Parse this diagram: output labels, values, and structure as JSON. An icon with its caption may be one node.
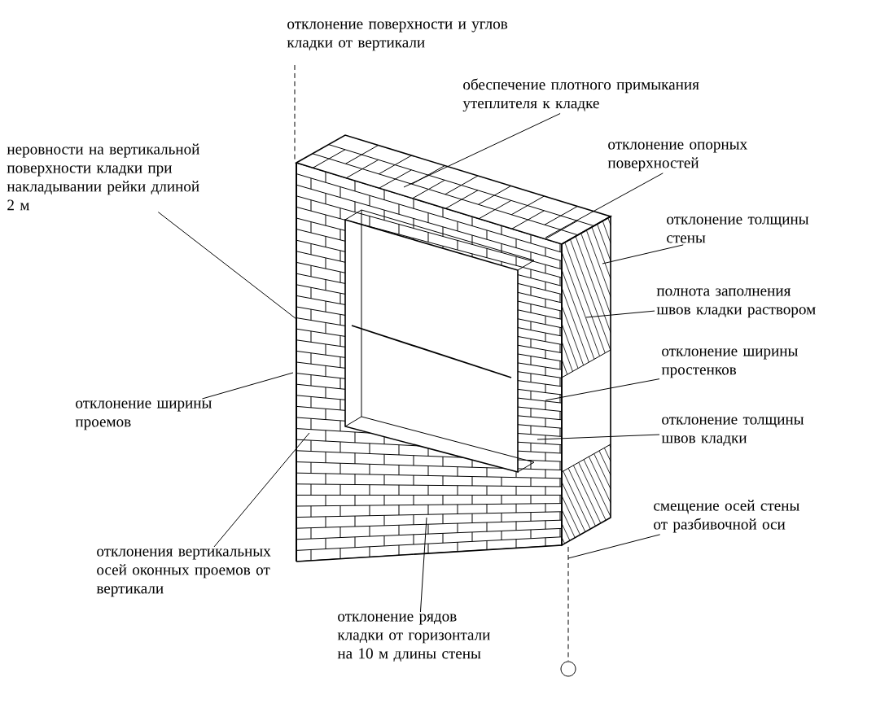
{
  "diagram": {
    "nodes": [
      {
        "text": [
          "обеспечение плотного примыкания утеплителя к кладке"
        ]
      },
      {
        "text": [
          "отклонение опорных поверхностей"
        ]
      },
      {
        "text": [
          "отклонение толщины стены"
        ]
      },
      {
        "text": [
          "полнота заполнения швов кладки раствором"
        ]
      },
      {
        "text": [
          "отклонение ширины простенков"
        ]
      },
      {
        "text": [
          "отклонение толщины швов кладки"
        ]
      },
      {
        "text": [
          "смещение осей стены от разбивочной оси"
        ]
      },
      {
        "text": [
          "неровности на вертикальной поверхности кладки при накладывании рейки длиной 2 м"
        ]
      },
      {
        "text": [
          "отклонение ширины проемов"
        ]
      },
      {
        "text": [
          "отклонения вертикальных осей оконных проемов от вертикали"
        ]
      },
      {
        "text": [
          "отклонение рядов кладки от горизонтали на 10 м длины стены"
        ]
      }
    ],
    "edges": [
      {
        "from": 0,
        "to": null,
        "arrow": "none"
      },
      {
        "from": 1,
        "to": null,
        "arrow": "none"
      },
      {
        "from": 2,
        "to": null,
        "arrow": "none"
      },
      {
        "from": 3,
        "to": null,
        "arrow": "none"
      },
      {
        "from": 4,
        "to": null,
        "arrow": "none"
      },
      {
        "from": 5,
        "to": null,
        "arrow": "none"
      },
      {
        "from": 6,
        "to": null,
        "arrow": "none"
      },
      {
        "from": 7,
        "to": null,
        "arrow": "none"
      },
      {
        "from": 8,
        "to": null,
        "arrow": "none"
      },
      {
        "from": 9,
        "to": null,
        "arrow": "none"
      },
      {
        "from": 10,
        "to": null,
        "arrow": "none"
      }
    ],
    "labels": [
      "отклонение поверхности и углов кладки от вертикали"
    ]
  }
}
